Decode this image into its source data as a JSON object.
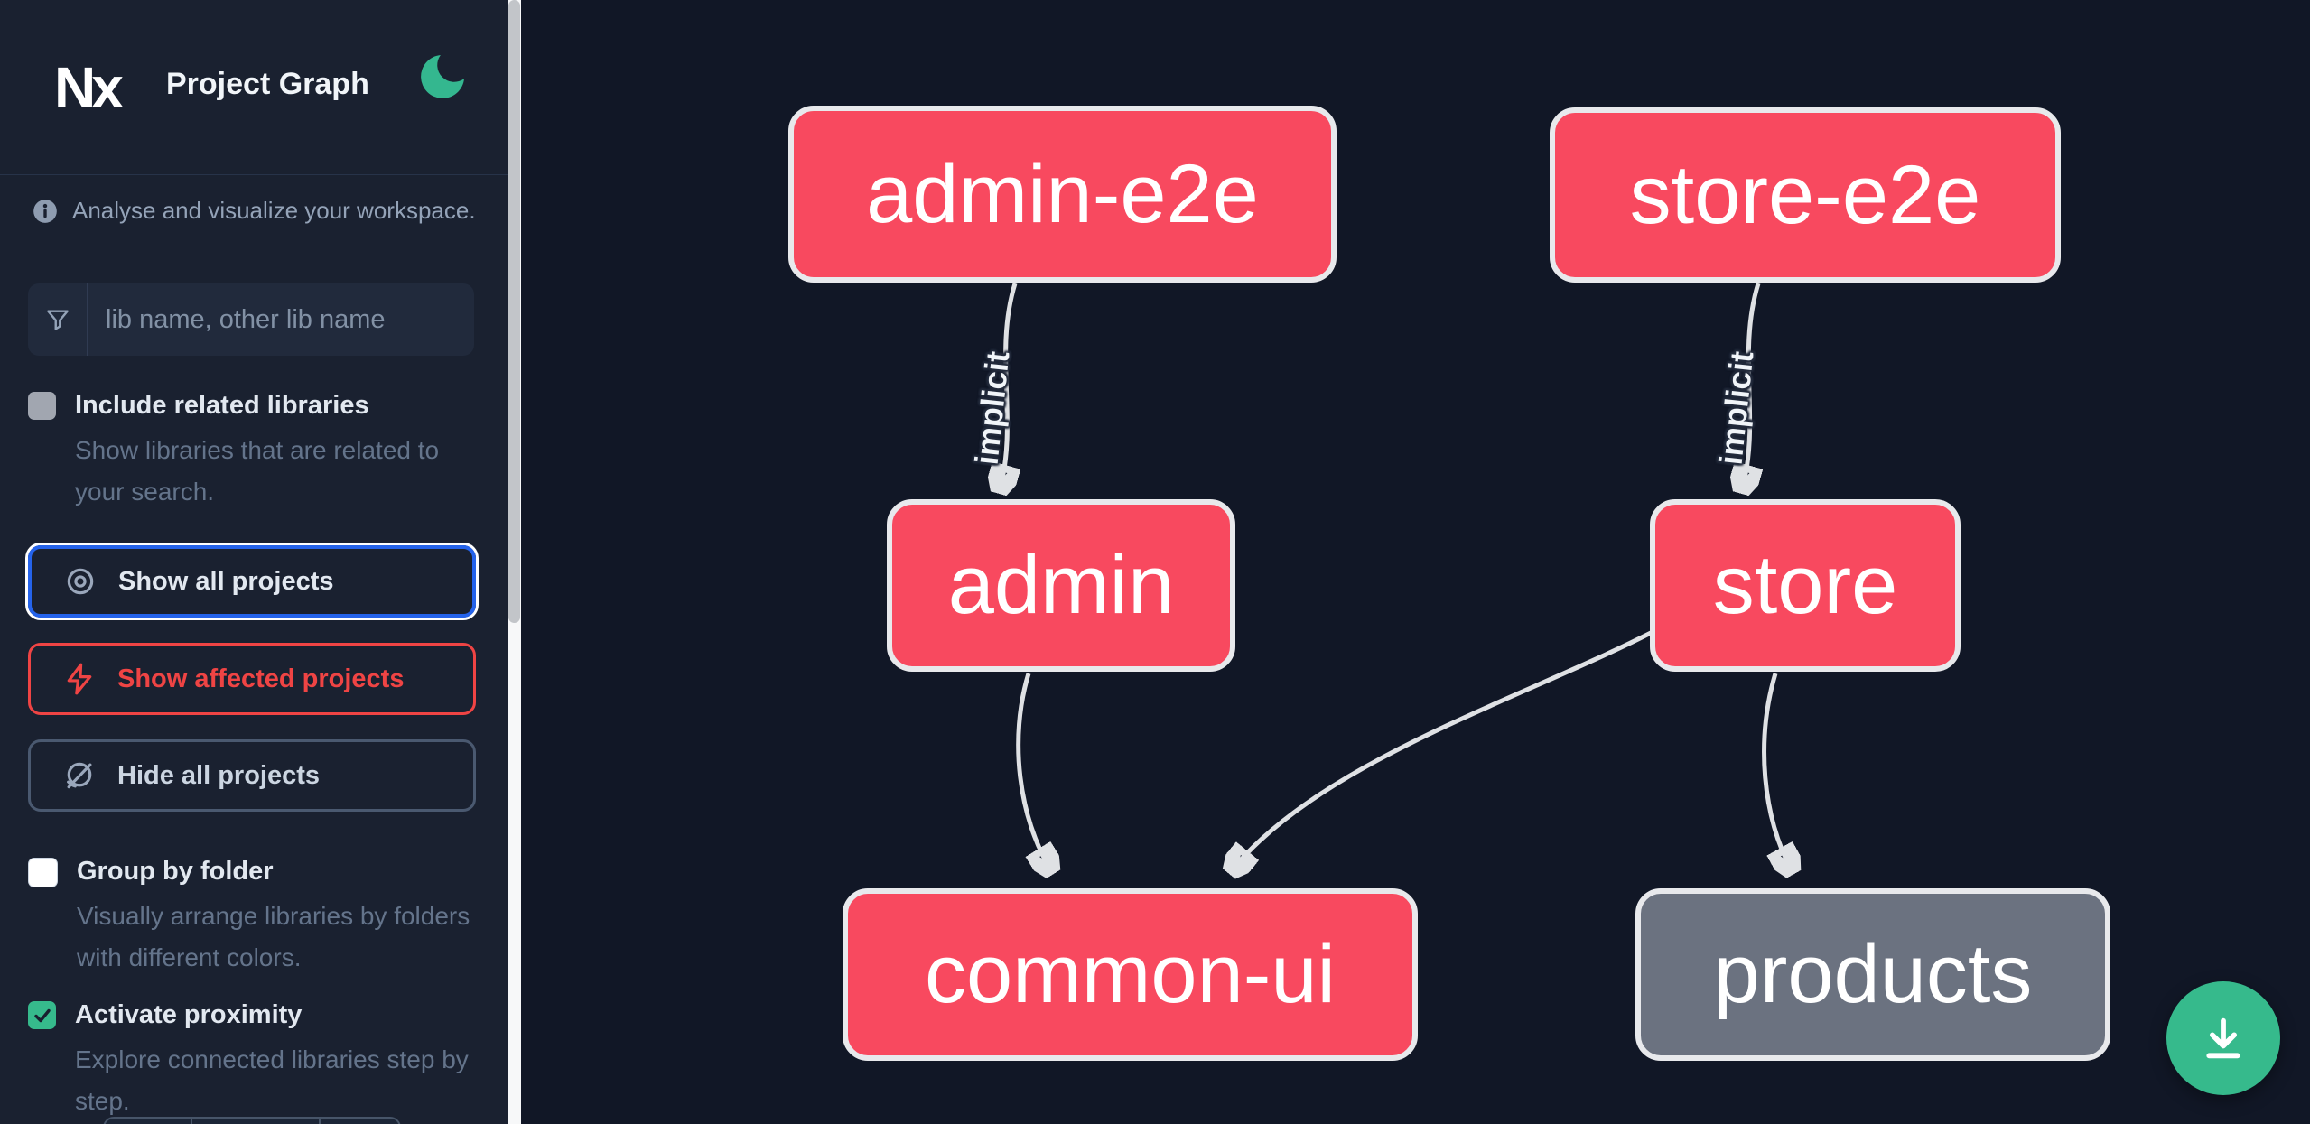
{
  "header": {
    "logo": "Nx",
    "title": "Project Graph",
    "theme_toggle_icon": "moon"
  },
  "sidebar": {
    "tagline": "Analyse and visualize your workspace.",
    "search": {
      "placeholder": "lib name, other lib name",
      "icon": "funnel"
    },
    "include_related": {
      "label": "Include related libraries",
      "description": "Show libraries that are related to your search.",
      "checked": false,
      "disabled": true
    },
    "actions": [
      {
        "label": "Show all projects",
        "icon": "eye",
        "state": "focused"
      },
      {
        "label": "Show affected projects",
        "icon": "bolt",
        "state": "affected"
      },
      {
        "label": "Hide all projects",
        "icon": "eye-slash",
        "state": "default"
      }
    ],
    "group_by_folder": {
      "label": "Group by folder",
      "description": "Visually arrange libraries by folders with different colors.",
      "checked": false
    },
    "activate_proximity": {
      "label": "Activate proximity",
      "description": "Explore connected libraries step by step.",
      "checked": true
    }
  },
  "graph": {
    "nodes": [
      {
        "label": "admin-e2e",
        "status": "affected"
      },
      {
        "label": "store-e2e",
        "status": "affected"
      },
      {
        "label": "admin",
        "status": "affected"
      },
      {
        "label": "store",
        "status": "affected"
      },
      {
        "label": "common-ui",
        "status": "affected"
      },
      {
        "label": "products",
        "status": "unaffected"
      }
    ],
    "edges": [
      {
        "from": "admin-e2e",
        "to": "admin",
        "label": "implicit"
      },
      {
        "from": "store-e2e",
        "to": "store",
        "label": "implicit"
      },
      {
        "from": "admin",
        "to": "common-ui",
        "label": ""
      },
      {
        "from": "store",
        "to": "common-ui",
        "label": ""
      },
      {
        "from": "store",
        "to": "products",
        "label": ""
      }
    ]
  },
  "fab": {
    "icon": "download"
  },
  "colors": {
    "pink": "#f8495f",
    "gray_node": "#6b7280",
    "green": "#36ba8c",
    "blue": "#2563eb",
    "red": "#ef4444",
    "edge": "#dfe1e4",
    "sidebar_bg": "#1a2130",
    "canvas_bg": "#111726"
  }
}
